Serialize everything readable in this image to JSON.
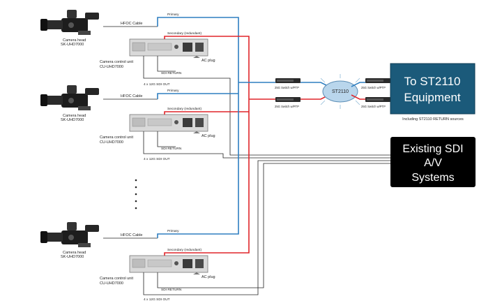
{
  "units": [
    {
      "camera_label": "Camera head",
      "camera_model": "SK-UHD7000",
      "hfoc_label": "HFOC Cable",
      "primary_label": "Primary",
      "secondary_label": "Secondary (redundant)",
      "ac_label": "AC plug",
      "ccu_label": "Camera control unit",
      "ccu_model": "CU-UHD7000",
      "sdi_return_label": "SDI RETURN",
      "sdi_out_label": "4 x 12G SDI OUT"
    },
    {
      "camera_label": "Camera head",
      "camera_model": "SK-UHD7000",
      "hfoc_label": "HFOC Cable",
      "primary_label": "Primary",
      "secondary_label": "Secondary (redundant)",
      "ac_label": "AC plug",
      "ccu_label": "Camera control unit",
      "ccu_model": "CU-UHD7000",
      "sdi_return_label": "SDI RETURN",
      "sdi_out_label": "4 x 12G SDI OUT"
    },
    {
      "camera_label": "Camera head",
      "camera_model": "SK-UHD7000",
      "hfoc_label": "HFOC Cable",
      "primary_label": "Primary",
      "secondary_label": "Secondary (redundant)",
      "ac_label": "AC plug",
      "ccu_label": "Camera control unit",
      "ccu_model": "CU-UHD7000",
      "sdi_return_label": "SDI RETURN",
      "sdi_out_label": "4 x 12G SDI OUT"
    }
  ],
  "network": {
    "switch_label": "25G Switch w/PTP",
    "hub_label": "ST2110"
  },
  "st2110_box": {
    "line1": "To ST2110",
    "line2": "Equipment",
    "note": "Including ST2110 RETURN sources",
    "color": "#1b5a7a"
  },
  "sdi_box": {
    "line1": "Existing SDI",
    "line2": "A/V",
    "line3": "Systems",
    "color": "#000000"
  },
  "colors": {
    "primary": "#2f7fc1",
    "secondary": "#e0252a",
    "sdi": "#222222"
  }
}
